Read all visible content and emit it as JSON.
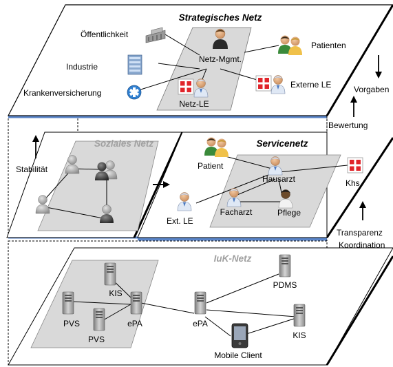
{
  "layers": {
    "strategic": {
      "title": "Strategisches Netz",
      "nodes": {
        "oeffentlichkeit": "Öffentlichkeit",
        "industrie": "Industrie",
        "krankenversicherung": "Krankenversicherung",
        "netz_mgmt": "Netz-Mgmt.",
        "patienten": "Patienten",
        "netz_le": "Netz-LE",
        "externe_le": "Externe LE"
      },
      "side_labels": {
        "vorgaben": "Vorgaben",
        "bewertung": "Bewertung"
      }
    },
    "social": {
      "title": "Soziales Netz",
      "side_label": "Stabilität"
    },
    "service": {
      "title": "Servicenetz",
      "nodes": {
        "patient": "Patient",
        "hausarzt": "Hausarzt",
        "khs": "Khs.",
        "ext_le": "Ext. LE",
        "facharzt": "Facharzt",
        "pflege": "Pflege"
      },
      "side_labels": {
        "transparenz": "Transparenz",
        "koordination": "Koordination"
      }
    },
    "iuk": {
      "title": "IuK-Netz",
      "nodes": {
        "kis_left": "KIS",
        "pvs_1": "PVS",
        "pvs_2": "PVS",
        "epa_left": "ePA",
        "epa_center": "ePA",
        "pdms": "PDMS",
        "kis_right": "KIS",
        "mobile_client": "Mobile Client"
      }
    }
  },
  "colors": {
    "layer_edge": "#5b85c8",
    "inner_plane": "#d9d9d9",
    "cross_red": "#e0252b",
    "server": "#a8a8a8"
  }
}
